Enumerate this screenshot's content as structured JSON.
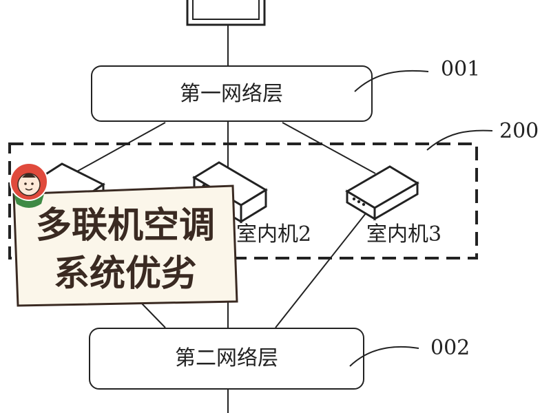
{
  "diagram": {
    "layer1": {
      "label": "第一网络层",
      "ref": "001"
    },
    "layer2": {
      "label": "第二网络层",
      "ref": "002"
    },
    "group": {
      "ref": "200"
    },
    "units": [
      {
        "label": "室内机2"
      },
      {
        "label": "室内机3"
      }
    ]
  },
  "overlay": {
    "line1": "多联机空调",
    "line2": "系统优劣"
  },
  "colors": {
    "line": "#222222",
    "box_fill": "#ffffff",
    "sticker_fill": "#fbf6ea",
    "sticker_text": "#3a2a22",
    "badge_red": "#e04a3c",
    "badge_green": "#3f8a45"
  }
}
